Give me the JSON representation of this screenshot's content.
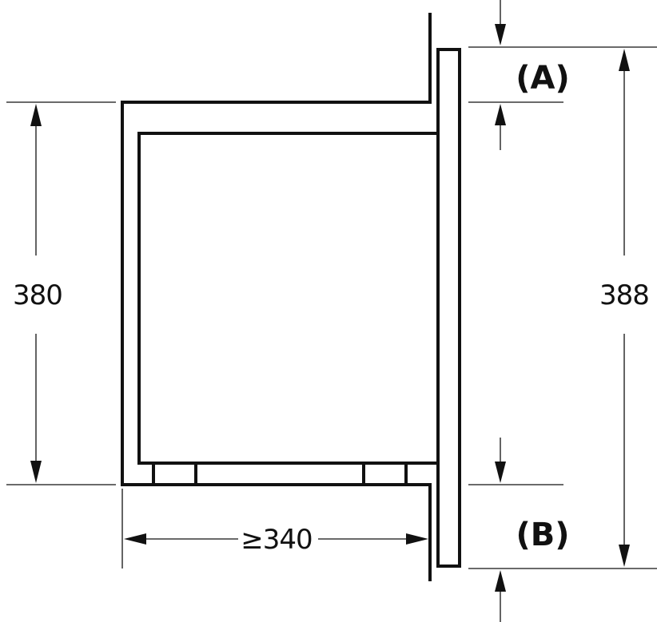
{
  "dimensions": {
    "height_left": "380",
    "height_right": "388",
    "depth": "≥340"
  },
  "labels": {
    "gap_top": "(A)",
    "gap_bottom": "(B)"
  },
  "colors": {
    "line": "#111111",
    "background": "#ffffff"
  }
}
